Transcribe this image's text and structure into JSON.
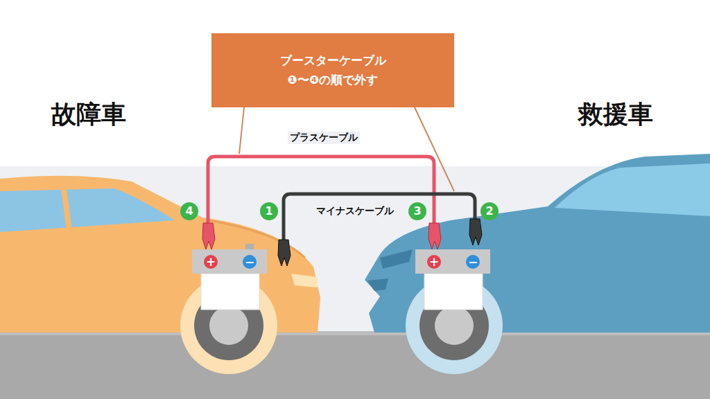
{
  "diagram": {
    "nodes": [
      {
        "text": [
          "ブースターケーブル",
          "❶〜❹の順で外す"
        ]
      }
    ],
    "labels": [
      "故障車",
      "救援車",
      "プラスケーブル",
      "4",
      "1",
      "マイナスケーブル",
      "3",
      "2",
      "+",
      "−",
      "+",
      "−"
    ]
  }
}
